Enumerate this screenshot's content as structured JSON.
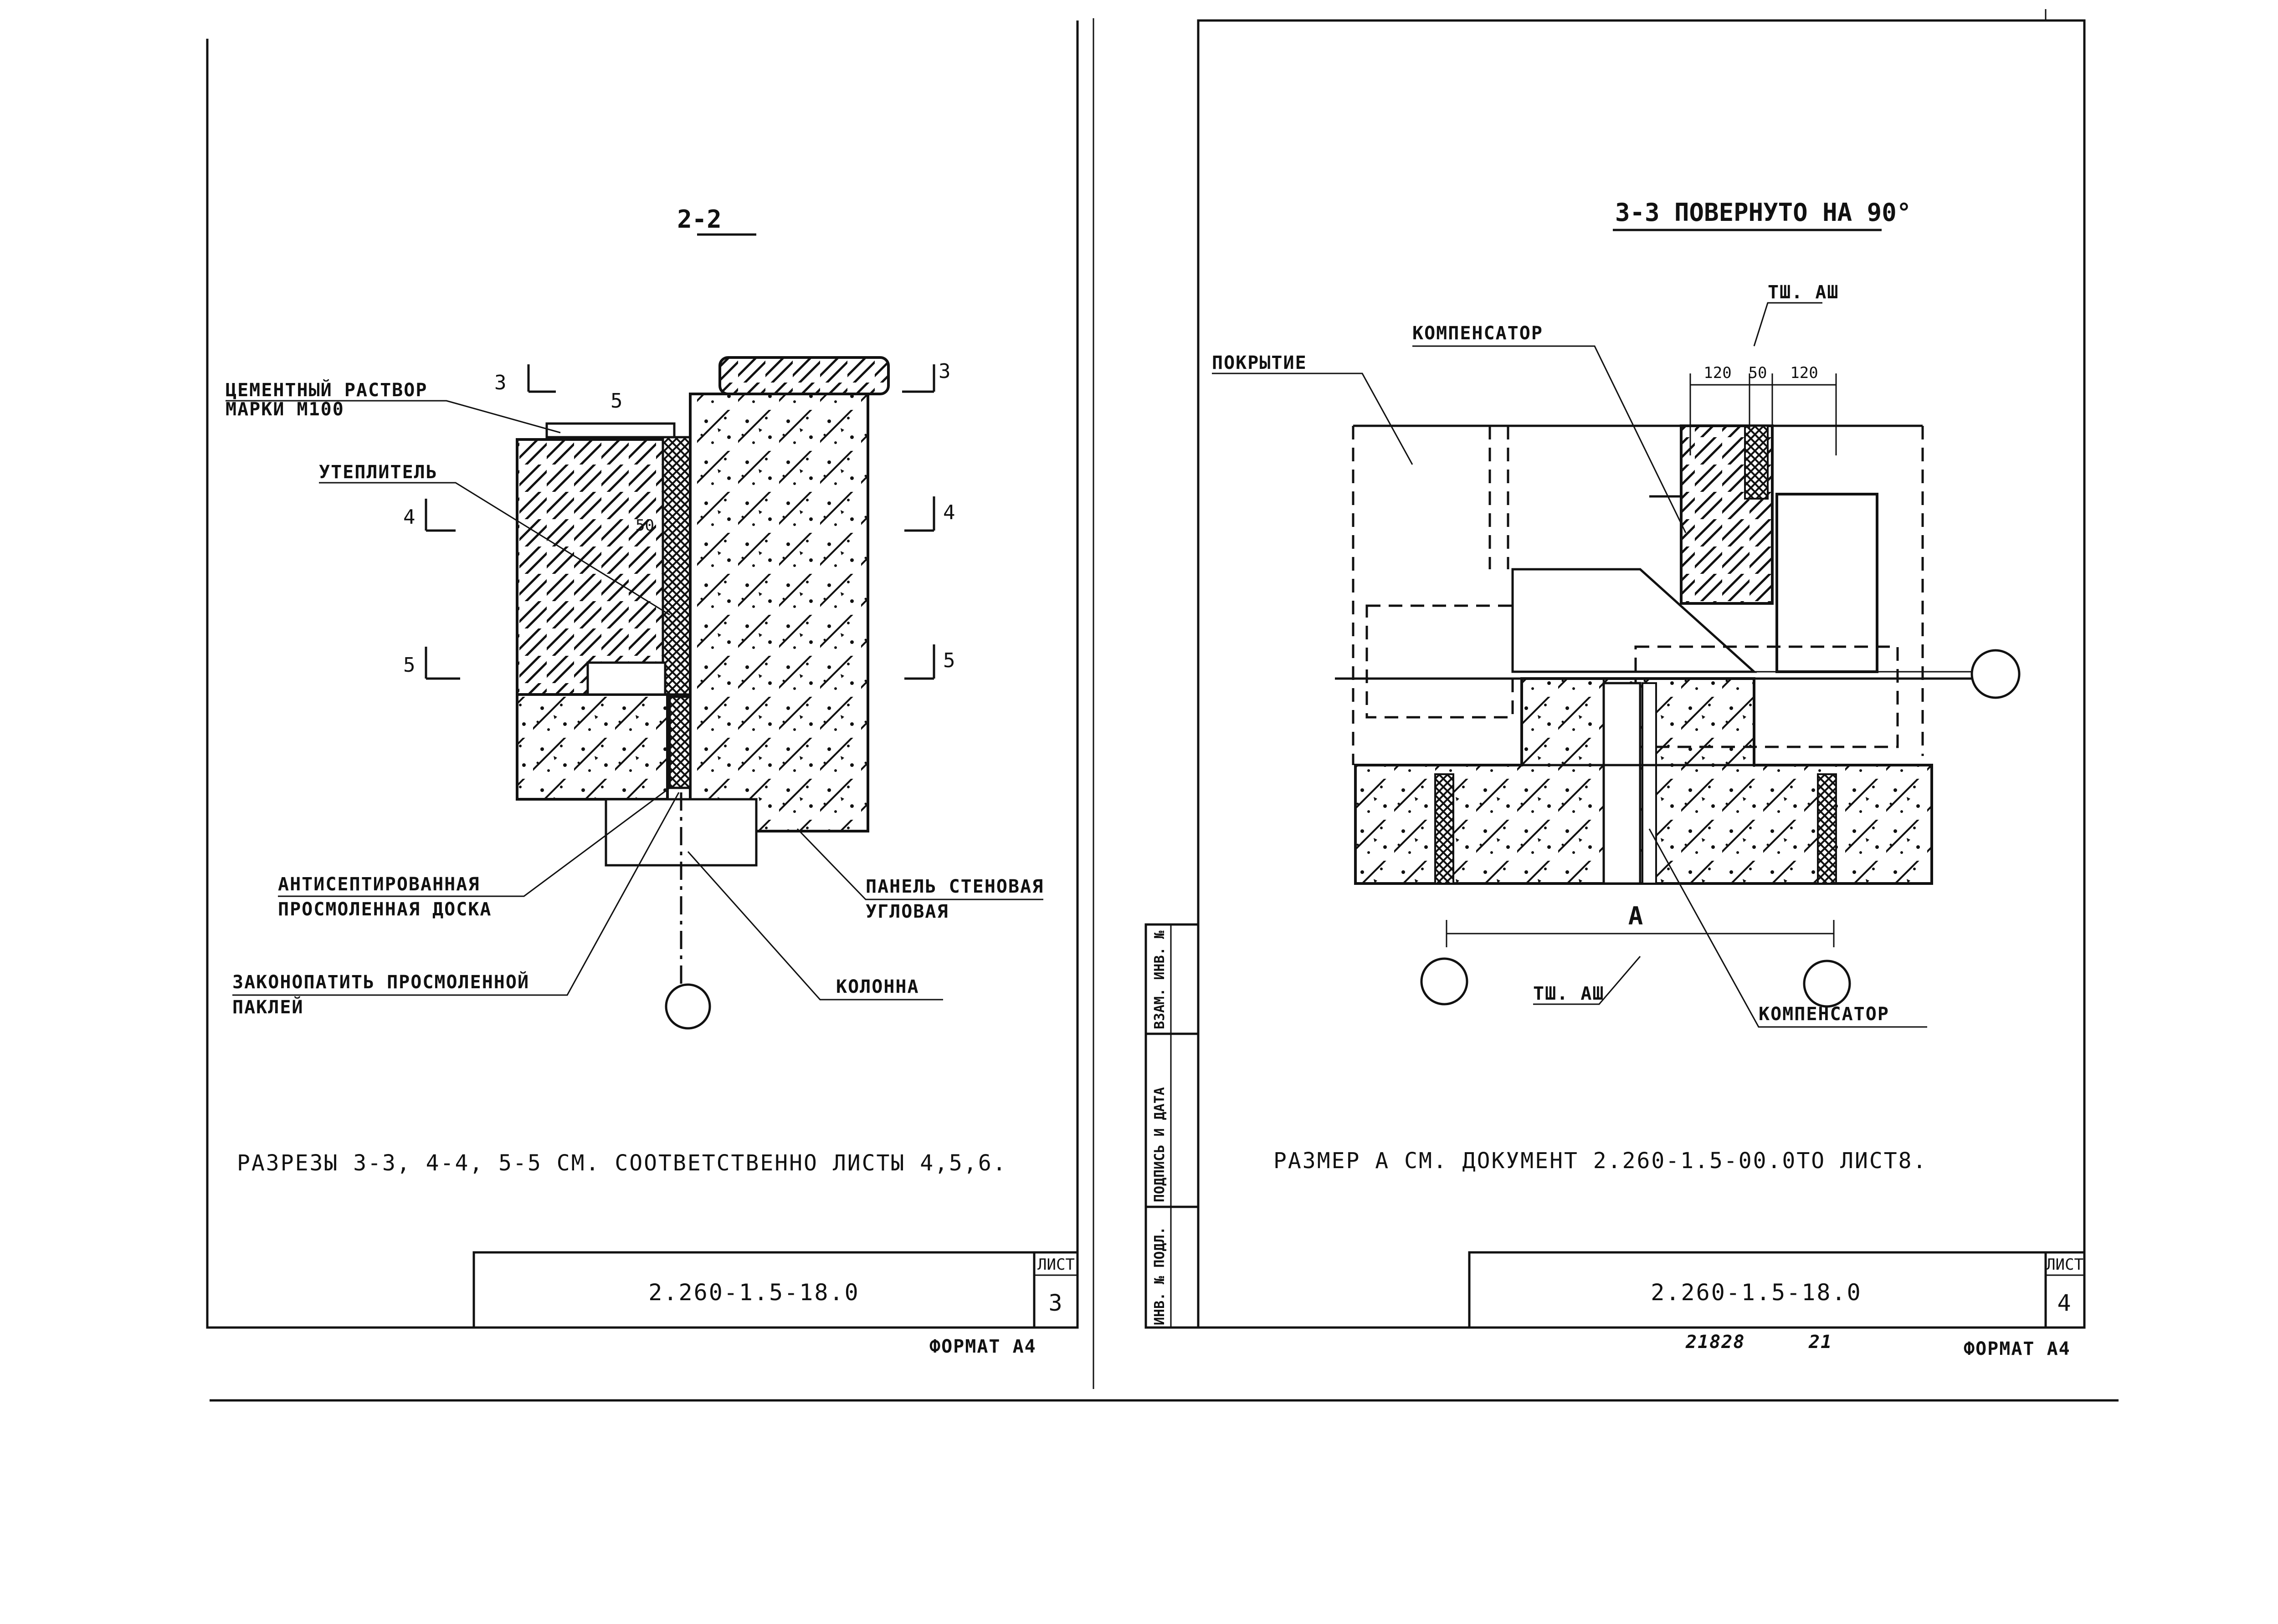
{
  "left_sheet": {
    "section_title": "2-2",
    "labels": {
      "cement_mortar_1": "ЦЕМЕНТНЫЙ РАСТВОР",
      "cement_mortar_2": "МАРКИ М100",
      "insulation": "УТЕПЛИТЕЛЬ",
      "antiseptic_board_1": "АНТИСЕПТИРОВАННАЯ",
      "antiseptic_board_2": "ПРОСМОЛЕННАЯ ДОСКА",
      "caulk_1": "ЗАКОНОПАТИТЬ ПРОСМОЛЕННОЙ",
      "caulk_2": "ПАКЛЕЙ",
      "wall_panel_1": "ПАНЕЛЬ СТЕНОВАЯ",
      "wall_panel_2": "УГЛОВАЯ",
      "column": "КОЛОННА"
    },
    "dimensions": {
      "gap": "5",
      "width": "50"
    },
    "section_marks": {
      "m3": "3",
      "m4": "4",
      "m5": "5"
    },
    "note": "РАЗРЕЗЫ 3-3, 4-4, 5-5 СМ. СООТВЕТСТВЕННО ЛИСТЫ 4,5,6.",
    "title_block": {
      "code": "2.260-1.5-18.0",
      "sheet_label": "ЛИСТ",
      "sheet_number": "3"
    },
    "format": "ФОРМАТ А4"
  },
  "right_sheet": {
    "section_title": "3-3 ПОВЕРНУТО НА 90°",
    "labels": {
      "coating": "ПОКРЫТИЕ",
      "compensator_top": "КОМПЕНСАТОР",
      "compensator_bottom": "КОМПЕНСАТОР",
      "stitch_top": "ТШ. АШ",
      "stitch_bottom": "ТШ. АШ"
    },
    "dimensions": {
      "d1": "120",
      "d2": "50",
      "d3": "120",
      "a": "А"
    },
    "note": "РАЗМЕР А СМ. ДОКУМЕНТ 2.260-1.5-00.0ТО ЛИСТ8.",
    "title_block": {
      "code": "2.260-1.5-18.0",
      "sheet_label": "ЛИСТ",
      "sheet_number": "4"
    },
    "archive_number": "21828",
    "archive_extra": "21",
    "format": "ФОРМАТ А4"
  },
  "stamp_columns": [
    "ИНВ. № ПОДЛ.",
    "ПОДПИСЬ И ДАТА",
    "ВЗАМ. ИНВ. №"
  ]
}
